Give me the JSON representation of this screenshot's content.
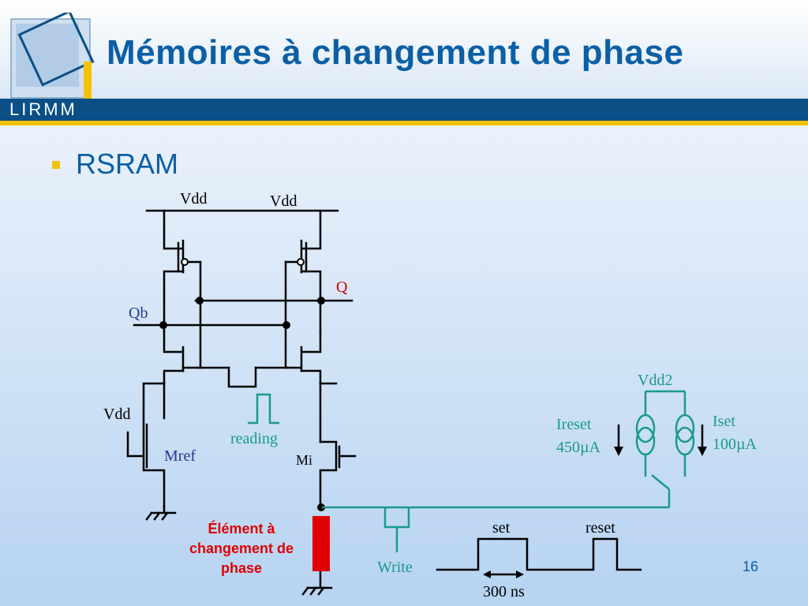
{
  "title": "Mémoires à changement de phase",
  "org": "LIRMM",
  "bullet": "RSRAM",
  "page_number": "16",
  "labels": {
    "vdd_left": "Vdd",
    "vdd_right": "Vdd",
    "q": "Q",
    "qb": "Qb",
    "vdd_mref": "Vdd",
    "mref": "Mref",
    "reading": "reading",
    "mi": "Mi",
    "vdd2": "Vdd2",
    "ireset": "Ireset",
    "ireset_value": "450µA",
    "iset": "Iset",
    "iset_value": "100µA",
    "element_line1": "Élément à",
    "element_line2": "changement de",
    "element_line3": "phase",
    "write": "Write",
    "set": "set",
    "reset": "reset",
    "duration": "300 ns"
  },
  "colors": {
    "title": "#0b5fa5",
    "wire_black": "#000000",
    "wire_teal": "#1a9a8a",
    "q_red": "#cc0000",
    "qb_blue": "#1f3a93",
    "element_red": "#e00000"
  }
}
